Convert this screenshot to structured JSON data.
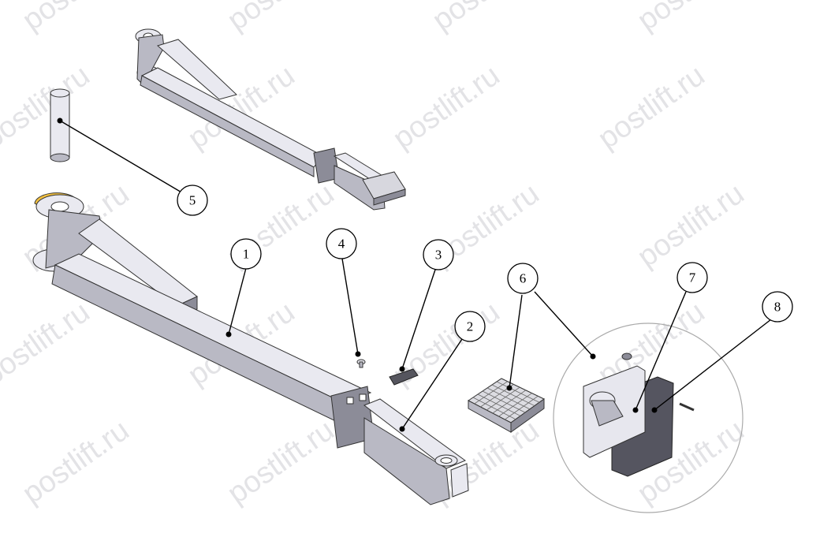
{
  "watermark": {
    "text": "postlift.ru"
  },
  "callouts": [
    {
      "id": "1",
      "label": "1"
    },
    {
      "id": "2",
      "label": "2"
    },
    {
      "id": "3",
      "label": "3"
    },
    {
      "id": "4",
      "label": "4"
    },
    {
      "id": "5",
      "label": "5"
    },
    {
      "id": "6",
      "label": "6"
    },
    {
      "id": "7",
      "label": "7"
    },
    {
      "id": "8",
      "label": "8"
    }
  ],
  "colors": {
    "metal_light": "#e9e9f0",
    "metal_mid": "#b9b9c4",
    "metal_dark": "#8c8c98",
    "bushing": "#f2c040",
    "pad_dark": "#555560"
  }
}
